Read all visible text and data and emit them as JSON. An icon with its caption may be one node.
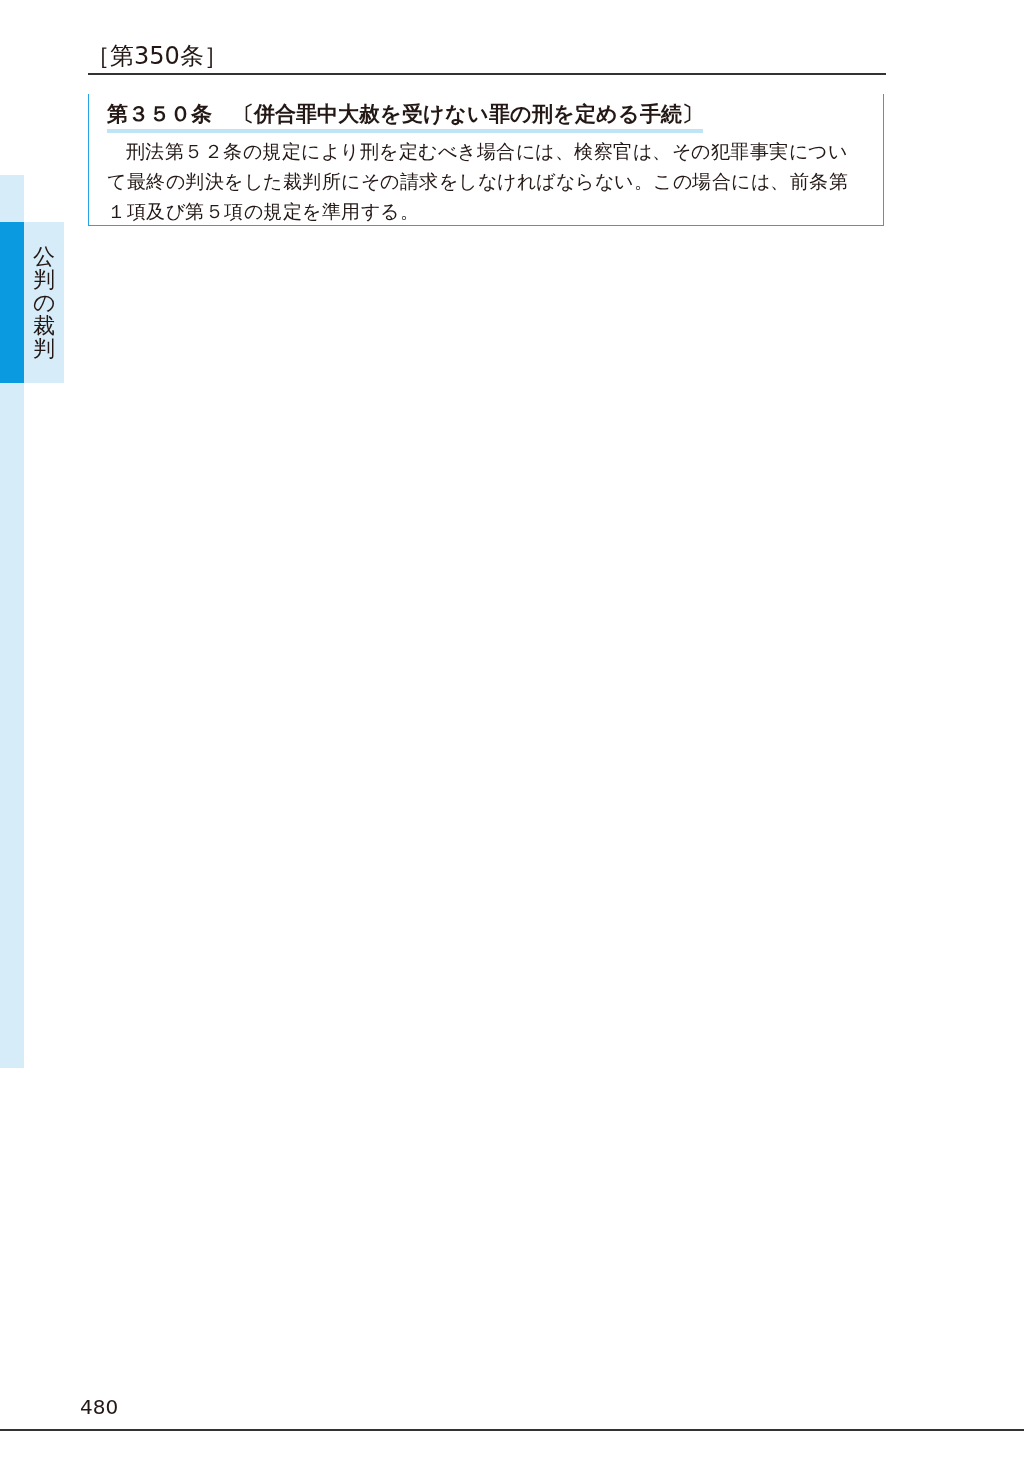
{
  "diagram": {
    "nodes": [
      {
        "text": [
          "第３５０条　〔併合罪中大赦を受けない罪の刑を定める手続〕",
          "刑法第５２条の規定により刑を定むべき場合には、検察官は、その犯罪事実について最終の判決をした裁判所にその請求をしなければならない。この場合には、前条第１項及び第５項の規定を準用する。"
        ]
      }
    ],
    "labels": [
      "［第350条］",
      "公判の裁判",
      "480"
    ]
  }
}
